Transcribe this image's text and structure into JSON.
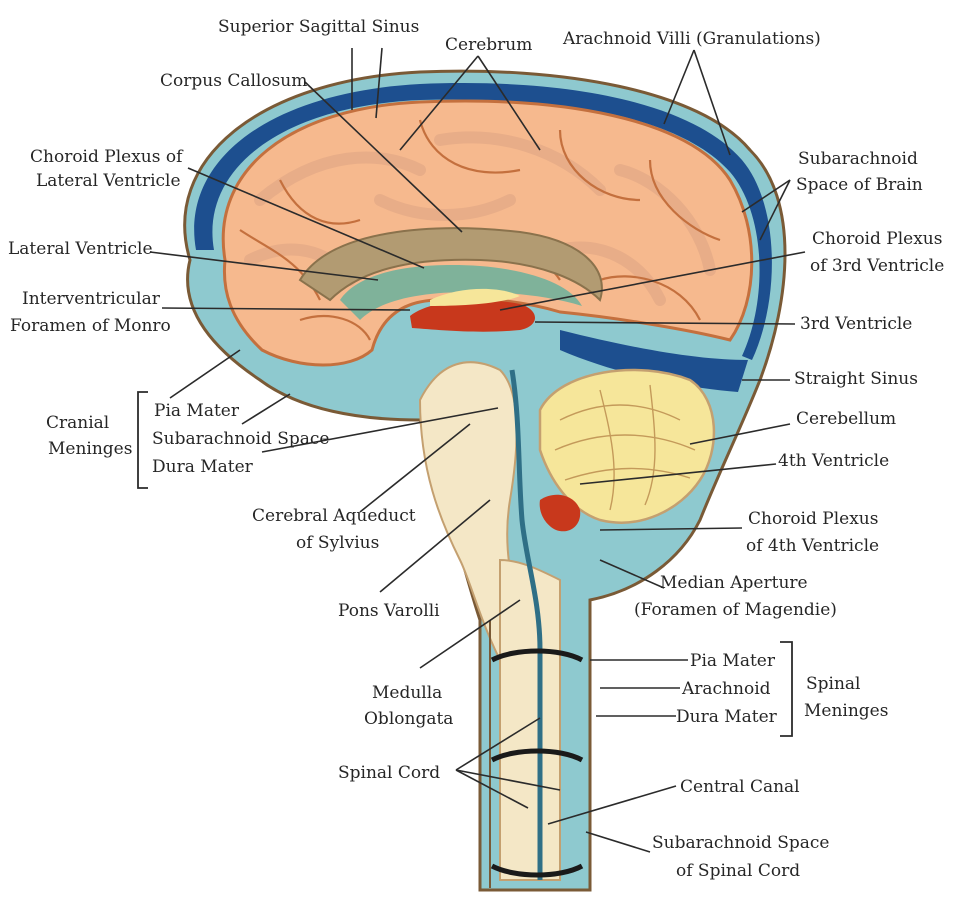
{
  "labels": {
    "superior_sagittal_sinus": "Superior Sagittal Sinus",
    "cerebrum": "Cerebrum",
    "arachnoid_villi": "Arachnoid Villi (Granulations)",
    "corpus_callosum": "Corpus Callosum",
    "choroid_plexus_lateral_1": "Choroid Plexus of",
    "choroid_plexus_lateral_2": "Lateral Ventricle",
    "subarachnoid_space_brain_1": "Subarachnoid",
    "subarachnoid_space_brain_2": "Space of Brain",
    "lateral_ventricle": "Lateral Ventricle",
    "choroid_plexus_3rd_1": "Choroid Plexus",
    "choroid_plexus_3rd_2": "of 3rd Ventricle",
    "interventricular_1": "Interventricular",
    "interventricular_2": "Foramen of Monro",
    "third_ventricle": "3rd Ventricle",
    "straight_sinus": "Straight Sinus",
    "cranial_meninges_1": "Cranial",
    "cranial_meninges_2": "Meninges",
    "pia_mater_cranial": "Pia Mater",
    "subarachnoid_space_cranial": "Subarachnoid Space",
    "dura_mater_cranial": "Dura Mater",
    "cerebellum": "Cerebellum",
    "fourth_ventricle": "4th Ventricle",
    "cerebral_aqueduct_1": "Cerebral Aqueduct",
    "cerebral_aqueduct_2": "of Sylvius",
    "choroid_plexus_4th_1": "Choroid Plexus",
    "choroid_plexus_4th_2": "of 4th Ventricle",
    "median_aperture_1": "Median Aperture",
    "median_aperture_2": "(Foramen of Magendie)",
    "pons_varolli": "Pons Varolli",
    "pia_mater_spinal": "Pia Mater",
    "arachnoid_spinal": "Arachnoid",
    "dura_mater_spinal": "Dura Mater",
    "spinal_meninges_1": "Spinal",
    "spinal_meninges_2": "Meninges",
    "medulla_1": "Medulla",
    "medulla_2": "Oblongata",
    "spinal_cord": "Spinal Cord",
    "central_canal": "Central Canal",
    "subarachnoid_spinal_1": "Subarachnoid Space",
    "subarachnoid_spinal_2": "of Spinal Cord"
  },
  "colors": {
    "csf_blue": "#8ec9cf",
    "dura_dark_blue": "#1d4f8f",
    "cerebrum_orange": "#f6b98e",
    "cerebrum_outline": "#c4703e",
    "corpus_callosum_brown": "#b29b72",
    "ventricle_green": "#7fb29a",
    "choroid_red": "#c8381c",
    "cerebellum_yellow": "#f6e69a",
    "brainstem_cream": "#f4e7c6",
    "leader_line": "#2b2b2b"
  }
}
